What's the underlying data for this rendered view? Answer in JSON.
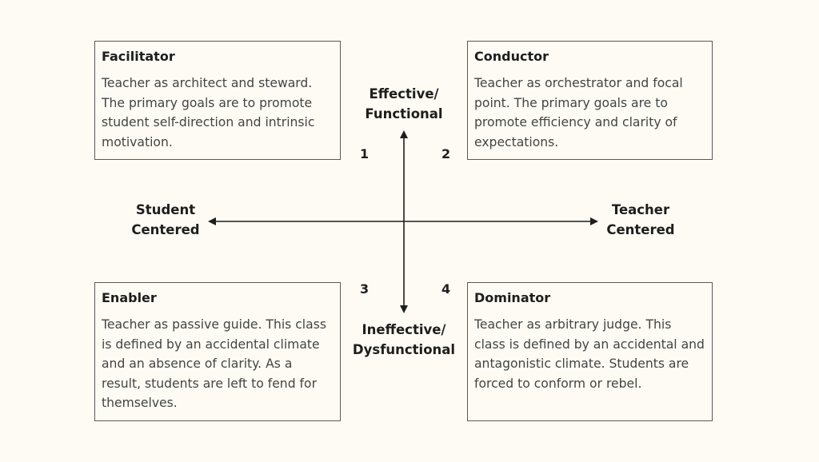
{
  "quadrants": {
    "q1": {
      "title": "Facilitator",
      "text": "Teacher as architect and steward. The primary goals are to promote student self-direction and intrinsic motivation.",
      "number": "1"
    },
    "q2": {
      "title": "Conductor",
      "text": "Teacher as orchestrator and focal point. The primary goals are to promote efficiency and clarity of expectations.",
      "number": "2"
    },
    "q3": {
      "title": "Enabler",
      "text": "Teacher as passive guide. This class is defined by an accidental climate and an absence of clarity. As a result, students are left to fend for themselves.",
      "number": "3"
    },
    "q4": {
      "title": "Dominator",
      "text": "Teacher as arbitrary judge. This class is defined by an accidental and antagonistic climate. Students are forced to conform or rebel.",
      "number": "4"
    }
  },
  "axes": {
    "top": "Effective/\nFunctional",
    "bottom": "Ineffective/\nDysfunctional",
    "left": "Student\nCentered",
    "right": "Teacher\nCentered"
  }
}
